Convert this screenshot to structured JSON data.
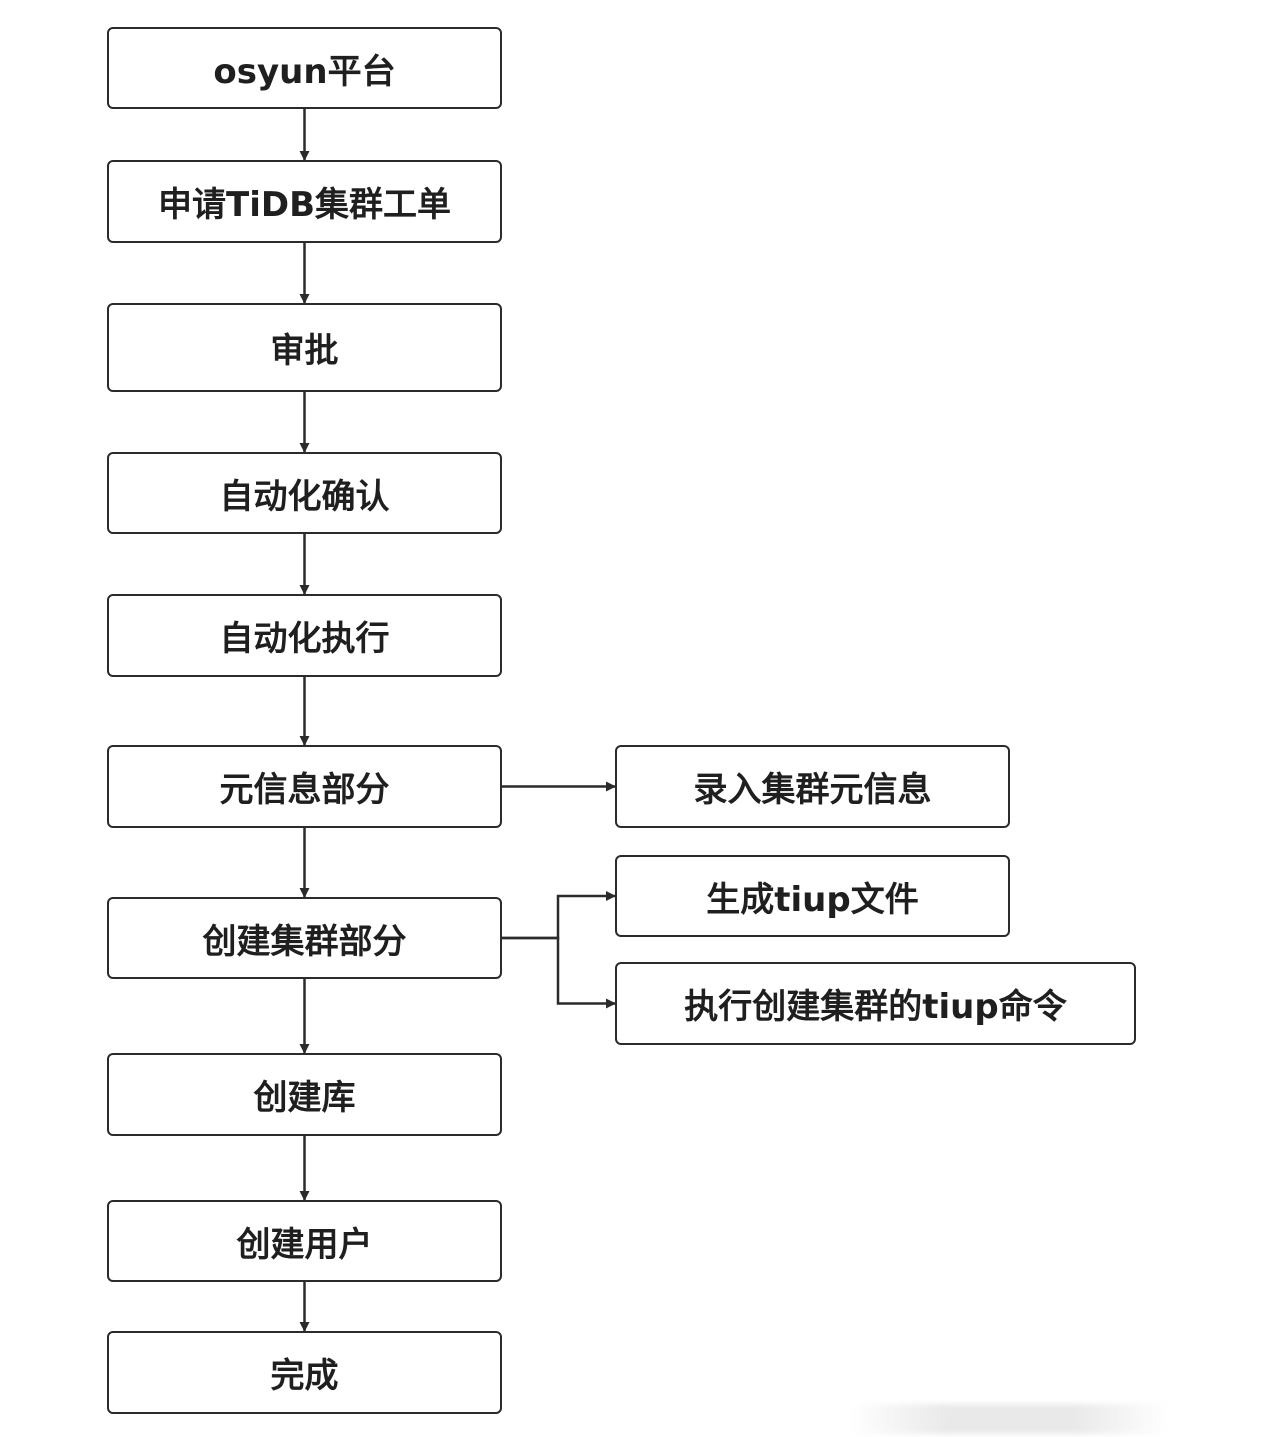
{
  "diagram": {
    "nodes": [
      {
        "id": "osyun",
        "label": "osyun平台"
      },
      {
        "id": "apply",
        "label": "申请TiDB集群工单"
      },
      {
        "id": "approve",
        "label": "审批"
      },
      {
        "id": "auto_confirm",
        "label": "自动化确认"
      },
      {
        "id": "auto_exec",
        "label": "自动化执行"
      },
      {
        "id": "meta",
        "label": "元信息部分"
      },
      {
        "id": "meta_record",
        "label": "录入集群元信息"
      },
      {
        "id": "create_cluster",
        "label": "创建集群部分"
      },
      {
        "id": "gen_tiup",
        "label": "生成tiup文件"
      },
      {
        "id": "exec_tiup",
        "label": "执行创建集群的tiup命令"
      },
      {
        "id": "create_db",
        "label": "创建库"
      },
      {
        "id": "create_user",
        "label": "创建用户"
      },
      {
        "id": "done",
        "label": "完成"
      }
    ],
    "edges": [
      {
        "from": "osyun",
        "to": "apply"
      },
      {
        "from": "apply",
        "to": "approve"
      },
      {
        "from": "approve",
        "to": "auto_confirm"
      },
      {
        "from": "auto_confirm",
        "to": "auto_exec"
      },
      {
        "from": "auto_exec",
        "to": "meta"
      },
      {
        "from": "meta",
        "to": "meta_record"
      },
      {
        "from": "meta",
        "to": "create_cluster"
      },
      {
        "from": "create_cluster",
        "to": "gen_tiup"
      },
      {
        "from": "create_cluster",
        "to": "exec_tiup"
      },
      {
        "from": "create_cluster",
        "to": "create_db"
      },
      {
        "from": "create_db",
        "to": "create_user"
      },
      {
        "from": "create_user",
        "to": "done"
      }
    ]
  }
}
